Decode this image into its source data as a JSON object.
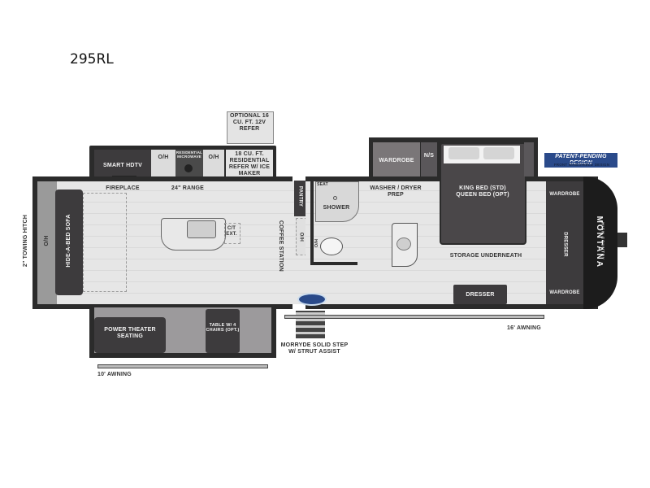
{
  "model": "295RL",
  "brand": {
    "name": "MONTANA",
    "sub": "HIGH COUNTRY"
  },
  "badge": {
    "line1": "PATENT-PENDING DESIGN",
    "line2": "FRONT WINDSHIELD DESIGN"
  },
  "labels": {
    "optional_refer": "OPTIONAL 16 CU. FT. 12V REFER",
    "smart_hdtv": "SMART HDTV",
    "oh1": "O/H",
    "microwave": "RESIDENTIAL MICROWAVE",
    "oh2": "O/H",
    "refer": "18 CU. FT. RESIDENTIAL REFER W/ ICE MAKER",
    "fireplace": "FIREPLACE",
    "range": "24\" RANGE",
    "towing_hitch": "2\" TOWING HITCH",
    "rear_oh": "O/H",
    "sofa": "HIDE-A-BED SOFA",
    "ct_ext": "C/T EXT.",
    "coffee_station": "COFFEE STATION",
    "oh3": "O/H",
    "pantry": "PANTRY",
    "seat": "SEAT",
    "shower": "SHOWER",
    "ho": "H/O",
    "wardrobe_top": "WARDROBE",
    "ns": "N/S",
    "washer_dryer": "WASHER / DRYER PREP",
    "bed": "KING BED (STD) QUEEN BED (OPT)",
    "storage": "STORAGE UNDERNEATH",
    "dresser_bottom": "DRESSER",
    "wardrobe_front_top": "WARDROBE",
    "dresser_front": "DRESSER",
    "wardrobe_front_bottom": "WARDROBE",
    "theater": "POWER THEATER SEATING",
    "table": "TABLE W/ 4 CHAIRS (OPT.)",
    "step": "MORRYDE SOLID STEP W/ STRUT ASSIST",
    "awning_10": "10' AWNING",
    "awning_16": "16' AWNING"
  },
  "colors": {
    "wall": "#2b2b2b",
    "cabinet": "#3d3b3d",
    "floor": "#e6e6e6",
    "badge": "#2a4a8a"
  }
}
